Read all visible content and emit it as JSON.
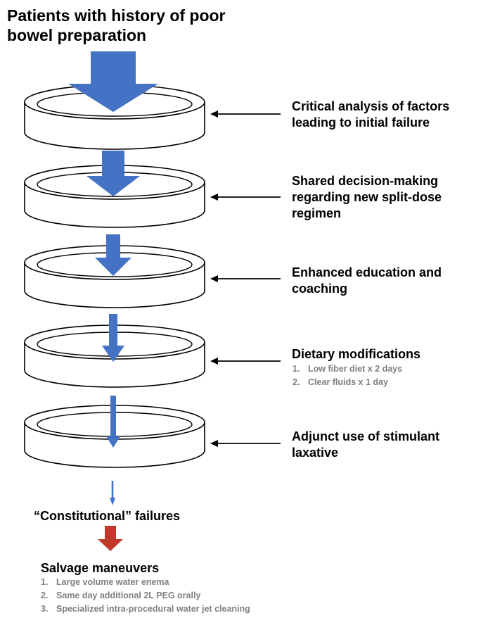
{
  "title": "Patients with history of poor bowel preparation",
  "colors": {
    "flow_arrow": "#4472C4",
    "failure_arrow": "#C0392B",
    "list_text": "#7f7f7f"
  },
  "steps": [
    {
      "label": "Critical analysis of factors leading to initial failure",
      "sub_items": []
    },
    {
      "label": "Shared decision-making regarding new split-dose regimen",
      "sub_items": []
    },
    {
      "label": "Enhanced education and coaching",
      "sub_items": []
    },
    {
      "label": "Dietary modifications",
      "sub_items": [
        {
          "num": "1.",
          "text": "Low fiber diet x 2 days"
        },
        {
          "num": "2.",
          "text": "Clear fluids x 1 day"
        }
      ]
    },
    {
      "label": "Adjunct use of stimulant laxative",
      "sub_items": []
    }
  ],
  "outcome": "“Constitutional” failures",
  "salvage": {
    "title": "Salvage maneuvers",
    "items": [
      {
        "num": "1.",
        "text": "Large volume water enema"
      },
      {
        "num": "2.",
        "text": "Same day additional 2L PEG orally"
      },
      {
        "num": "3.",
        "text": "Specialized intra-procedural water jet cleaning"
      }
    ]
  }
}
